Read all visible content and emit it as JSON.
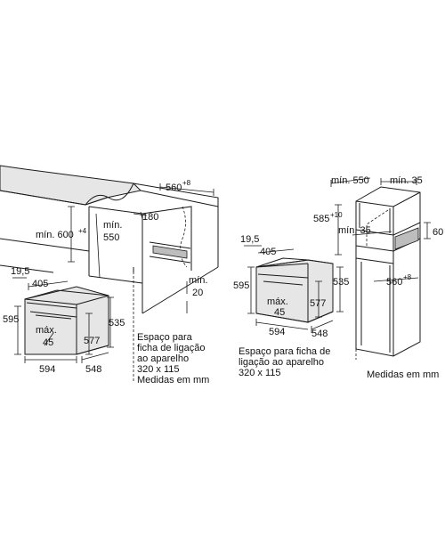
{
  "left": {
    "oven": {
      "height_595": "595",
      "width_594": "594",
      "depth_548": "548",
      "front_577": "577",
      "side_535": "535",
      "top_405": "405",
      "top_19_5": "19,5",
      "max_label": "máx.",
      "max_value": "45"
    },
    "niche": {
      "min_600": "mín. 600",
      "min_600_sup": "+4",
      "min_550_a": "mín.",
      "min_550_b": "550",
      "dim_180": "180",
      "dim_560": "560",
      "dim_560_sup": "+8",
      "min_20_a": "mín.",
      "min_20_b": "20"
    },
    "note": {
      "line1": "Espaço para",
      "line2": "ficha de ligação",
      "line3": "ao aparelho",
      "line4": "320 x 115",
      "line5": "Medidas em mm"
    }
  },
  "right": {
    "oven": {
      "top_19_5": "19,5",
      "top_405": "405",
      "height_595": "595",
      "side_535": "535",
      "front_577": "577",
      "max_label": "máx.",
      "max_value": "45",
      "width_594": "594",
      "depth_548": "548"
    },
    "cabinet": {
      "min_550": "mín. 550",
      "min_35_top": "mín. 35",
      "dim_585": "585",
      "dim_585_sup": "+10",
      "dim_60": "60",
      "min_35_mid": "mín. 35",
      "dim_560": "560",
      "dim_560_sup": "+8"
    },
    "note": {
      "line1": "Espaço para ficha de",
      "line2": "ligação ao aparelho",
      "line3": "320 x 115",
      "line4": "Medidas em mm"
    }
  }
}
